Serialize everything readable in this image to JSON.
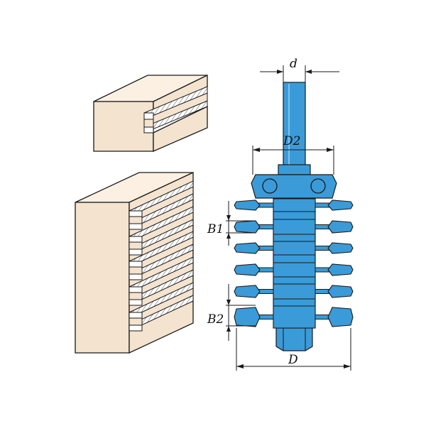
{
  "labels": {
    "d": "d",
    "D2": "D2",
    "B1": "B1",
    "B2": "B2",
    "D": "D"
  },
  "colors": {
    "cutter_blue": "#3a9bd8",
    "cutter_blue_dark": "#2a7fb8",
    "wood_face": "#f3e3cf",
    "wood_top": "#fbf0e2",
    "outline": "#1a1a1a"
  }
}
